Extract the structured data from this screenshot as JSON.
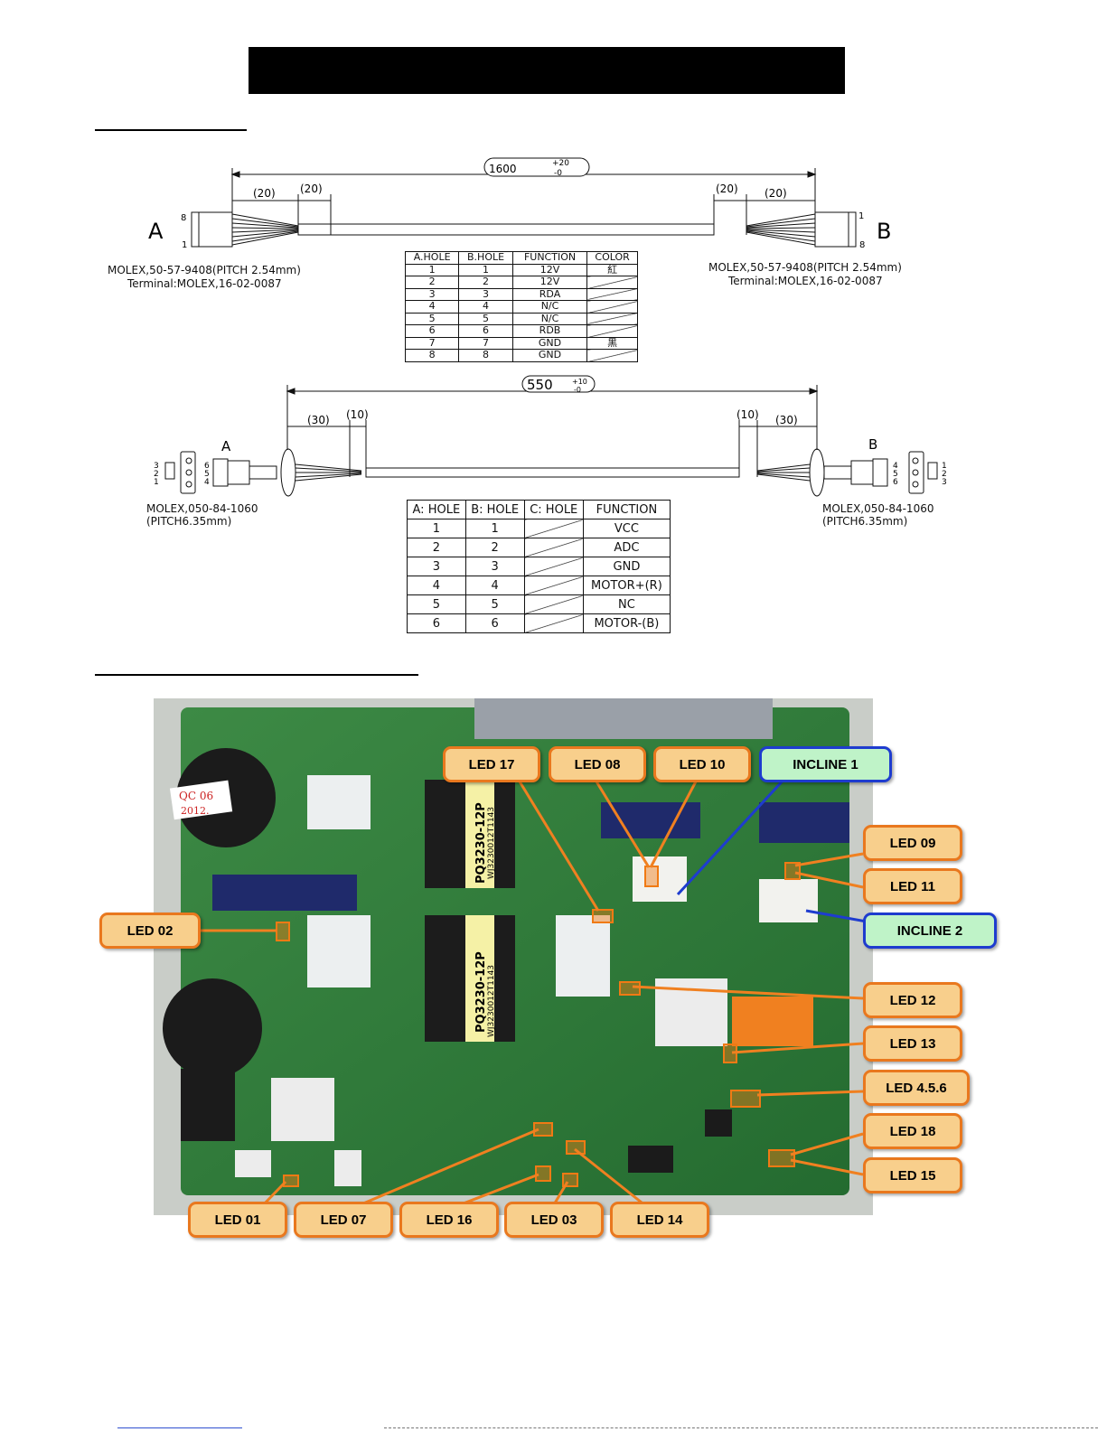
{
  "cable1": {
    "overall_dim": "1600",
    "overall_tol_plus": "+20",
    "overall_tol_minus": "-0",
    "seg_dims": [
      "(20)",
      "(20)",
      "(20)",
      "(20)"
    ],
    "end_a_letter": "A",
    "end_b_letter": "B",
    "pin_a_top": "8",
    "pin_a_bottom": "1",
    "pin_b_top": "1",
    "pin_b_bottom": "8",
    "connector_a": [
      "MOLEX,50-57-9408(PITCH 2.54mm)",
      "Terminal:MOLEX,16-02-0087"
    ],
    "connector_b": [
      "MOLEX,50-57-9408(PITCH 2.54mm)",
      "Terminal:MOLEX,16-02-0087"
    ],
    "table": {
      "headers": [
        "A.HOLE",
        "B.HOLE",
        "FUNCTION",
        "COLOR"
      ],
      "rows": [
        [
          "1",
          "1",
          "12V",
          "紅"
        ],
        [
          "2",
          "2",
          "12V",
          ""
        ],
        [
          "3",
          "3",
          "RDA",
          ""
        ],
        [
          "4",
          "4",
          "N/C",
          ""
        ],
        [
          "5",
          "5",
          "N/C",
          ""
        ],
        [
          "6",
          "6",
          "RDB",
          ""
        ],
        [
          "7",
          "7",
          "GND",
          "黑"
        ],
        [
          "8",
          "8",
          "GND",
          ""
        ]
      ]
    }
  },
  "cable2": {
    "overall_dim": "550",
    "overall_tol_plus": "+10",
    "overall_tol_minus": "-0",
    "seg_dims": [
      "(30)",
      "(10)",
      "(10)",
      "(30)"
    ],
    "end_a_letter": "A",
    "end_b_letter": "B",
    "pins_a": [
      "3",
      "2",
      "1",
      "6",
      "5",
      "4"
    ],
    "pins_b": [
      "4",
      "5",
      "6",
      "1",
      "2",
      "3"
    ],
    "connector_a": [
      "MOLEX,050-84-1060",
      "(PITCH6.35mm)"
    ],
    "connector_b": [
      "MOLEX,050-84-1060",
      "(PITCH6.35mm)"
    ],
    "table": {
      "headers": [
        "A: HOLE",
        "B: HOLE",
        "C: HOLE",
        "FUNCTION"
      ],
      "rows": [
        [
          "1",
          "1",
          "",
          "VCC"
        ],
        [
          "2",
          "2",
          "",
          "ADC"
        ],
        [
          "3",
          "3",
          "",
          "GND"
        ],
        [
          "4",
          "4",
          "",
          "MOTOR+(R)"
        ],
        [
          "5",
          "5",
          "",
          "NC"
        ],
        [
          "6",
          "6",
          "",
          "MOTOR-(B)"
        ]
      ]
    }
  },
  "board": {
    "chip_label_1": "PQ3230-12P",
    "chip_label_1b": "WJ3230012T1143",
    "chip_label_2": "PQ3230-12P",
    "chip_label_2b": "WJ3230012T1143",
    "qc_sticker": [
      "QC 06",
      "2012."
    ],
    "callouts": {
      "led17": "LED 17",
      "led08": "LED 08",
      "led10": "LED 10",
      "incline1": "INCLINE 1",
      "led09": "LED 09",
      "led11": "LED 11",
      "incline2": "INCLINE 2",
      "led02": "LED 02",
      "led12": "LED 12",
      "led13": "LED 13",
      "led456": "LED 4.5.6",
      "led18": "LED 18",
      "led15": "LED 15",
      "led01": "LED 01",
      "led07": "LED 07",
      "led16": "LED 16",
      "led03": "LED 03",
      "led14": "LED 14"
    },
    "colors": {
      "callout_fill": "#f8cf8c",
      "callout_border": "#e9781e",
      "incline_fill": "#bff3c8",
      "incline_border": "#1e3ccf",
      "pcb": "#2f7a3a"
    }
  }
}
